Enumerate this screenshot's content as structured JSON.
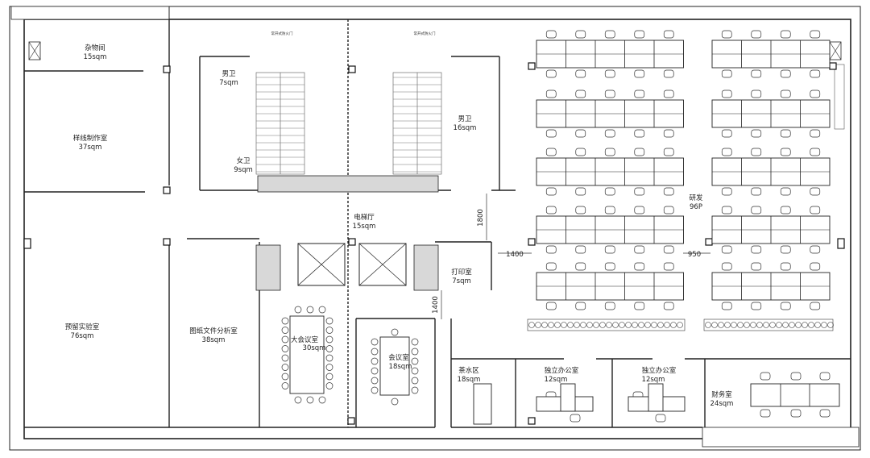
{
  "floorplan": {
    "rooms": [
      {
        "id": "storage",
        "name": "杂物间",
        "area": "15sqm"
      },
      {
        "id": "sample",
        "name": "样线制作室",
        "area": "37sqm"
      },
      {
        "id": "preview-lab",
        "name": "预留实验室",
        "area": "76sqm"
      },
      {
        "id": "drawing",
        "name": "图纸文件分析室",
        "area": "38sqm"
      },
      {
        "id": "mens-wc-left",
        "name": "男卫",
        "area": "7sqm"
      },
      {
        "id": "womens-wc",
        "name": "女卫",
        "area": "9sqm"
      },
      {
        "id": "mens-wc-right",
        "name": "男卫",
        "area": "16sqm"
      },
      {
        "id": "elevator-hall",
        "name": "电梯厅",
        "area": "15sqm"
      },
      {
        "id": "print",
        "name": "打印室",
        "area": "7sqm"
      },
      {
        "id": "big-meeting",
        "name": "大会议室",
        "area": "30sqm"
      },
      {
        "id": "meeting",
        "name": "会议室",
        "area": "18sqm"
      },
      {
        "id": "tea",
        "name": "茶水区",
        "area": "18sqm"
      },
      {
        "id": "office-1",
        "name": "独立办公室",
        "area": "12sqm"
      },
      {
        "id": "office-2",
        "name": "独立办公室",
        "area": "12sqm"
      },
      {
        "id": "finance",
        "name": "财务室",
        "area": "24sqm"
      },
      {
        "id": "rnd",
        "name": "研发",
        "area": "96P"
      }
    ],
    "dimensions": [
      "1800",
      "1400",
      "950",
      "1400"
    ],
    "door_labels": [
      "常开式防火门",
      "常开式防火门"
    ]
  }
}
